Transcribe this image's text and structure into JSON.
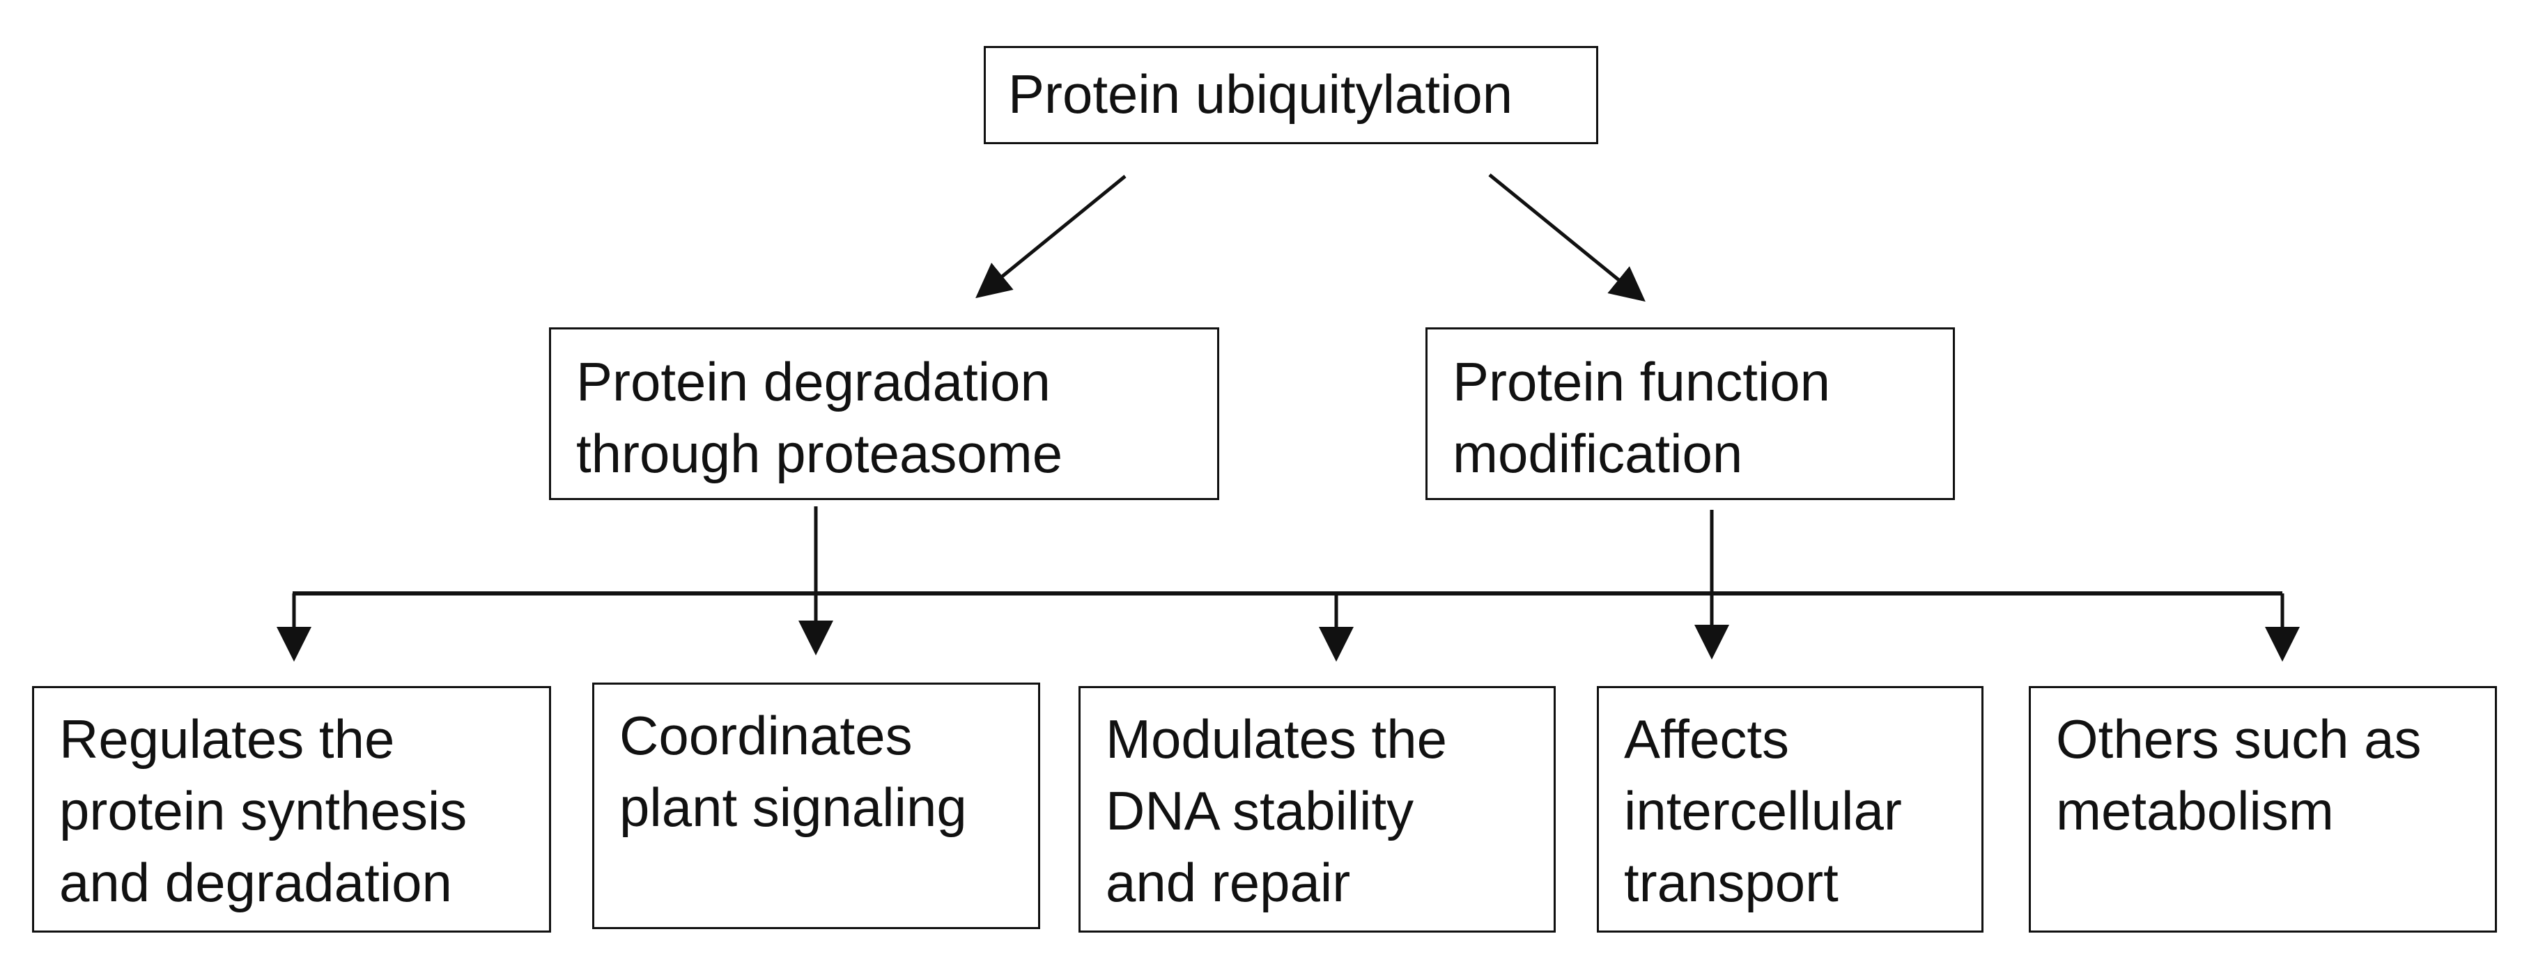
{
  "diagram": {
    "root": {
      "label": "Protein ubiquitylation"
    },
    "branches": [
      {
        "label": "Protein degradation\nthrough proteasome"
      },
      {
        "label": "Protein function\nmodification"
      }
    ],
    "outcomes": [
      {
        "label": "Regulates the\nprotein synthesis\nand degradation"
      },
      {
        "label": "Coordinates\nplant signaling"
      },
      {
        "label": "Modulates the\nDNA stability\nand repair"
      },
      {
        "label": "Affects\nintercellular\ntransport"
      },
      {
        "label": "Others such as\nmetabolism"
      }
    ],
    "colors": {
      "line": "#111111",
      "box_border": "#111111",
      "text": "#111111",
      "background": "#ffffff"
    }
  }
}
